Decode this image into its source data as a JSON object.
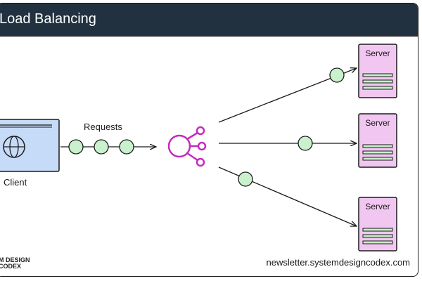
{
  "header": {
    "title": "Load Balancing"
  },
  "client": {
    "label": "Client",
    "icon": "globe-icon"
  },
  "requests": {
    "label": "Requests"
  },
  "load_balancer": {
    "icon": "load-balancer-icon",
    "color": "#c32bbf"
  },
  "servers": [
    {
      "label": "Server"
    },
    {
      "label": "Server"
    },
    {
      "label": "Server"
    }
  ],
  "footer": {
    "logo_line1": "M DESIGN",
    "logo_line2": "CODEX",
    "website": "newsletter.systemdesigncodex.com"
  },
  "colors": {
    "header_bg": "#213140",
    "client_fill": "#c6dbf7",
    "server_fill": "#f1c7f1",
    "packet_fill": "#c9f1cd",
    "balancer_stroke": "#c32bbf"
  }
}
